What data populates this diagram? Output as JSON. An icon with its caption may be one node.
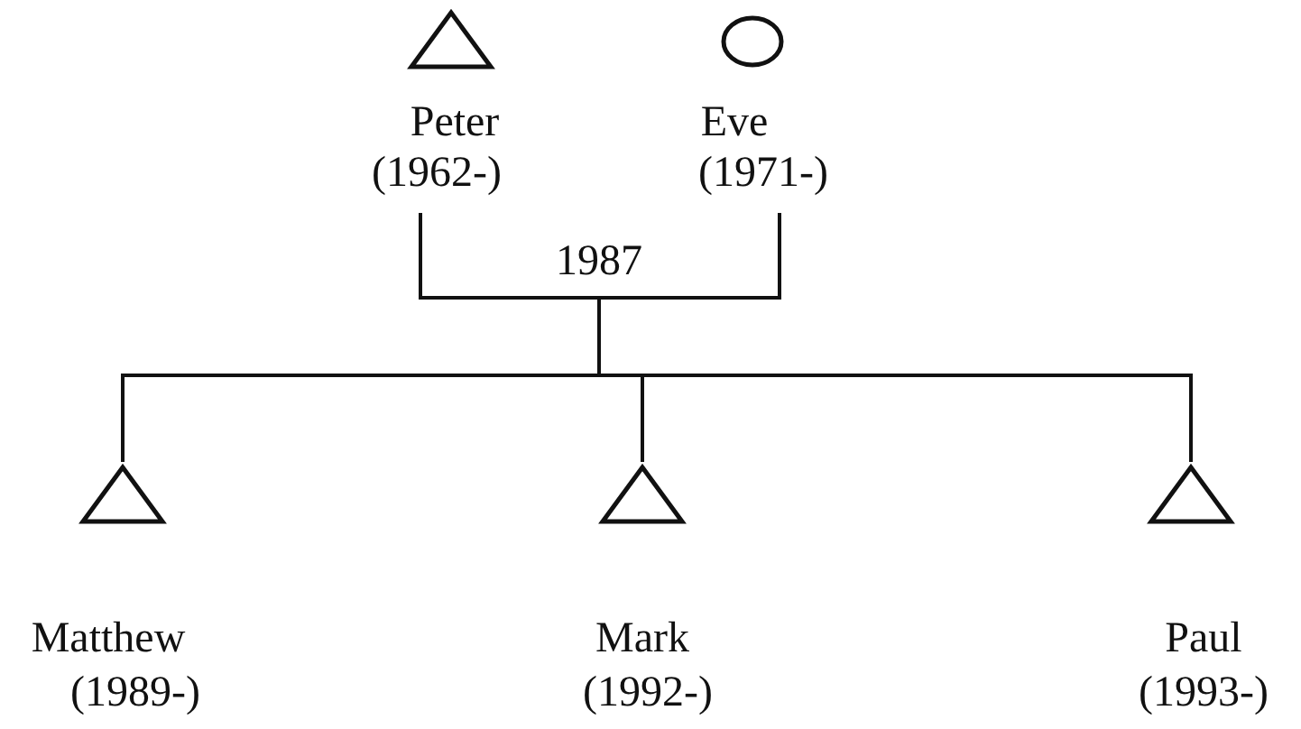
{
  "diagram": {
    "nodes": [
      {
        "text": [],
        "shape": "triangle",
        "beside": [
          "Peter",
          "(1962-)"
        ]
      },
      {
        "text": [],
        "shape": "circle",
        "beside": [
          "Eve",
          "(1971-)"
        ]
      },
      {
        "text": [],
        "shape": "triangle",
        "beside": [
          "Matthew",
          "(1989-)"
        ]
      },
      {
        "text": [],
        "shape": "triangle",
        "beside": [
          "Mark",
          "(1992-)"
        ]
      },
      {
        "text": [],
        "shape": "triangle",
        "beside": [
          "Paul",
          "(1993-)"
        ]
      }
    ],
    "edges": [
      {
        "from": 0,
        "to": 1,
        "arrow": "none",
        "label": "1987"
      },
      {
        "from": 0,
        "to": 2,
        "arrow": "none"
      },
      {
        "from": 0,
        "to": 3,
        "arrow": "none"
      },
      {
        "from": 0,
        "to": 4,
        "arrow": "none"
      },
      {
        "from": 1,
        "to": 2,
        "arrow": "none"
      },
      {
        "from": 1,
        "to": 3,
        "arrow": "none"
      },
      {
        "from": 1,
        "to": 4,
        "arrow": "none"
      }
    ]
  }
}
